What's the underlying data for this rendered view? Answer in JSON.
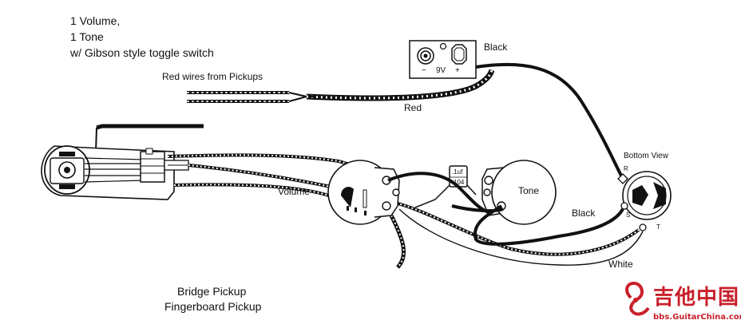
{
  "notes": {
    "line1": "1 Volume,",
    "line2": "1 Tone",
    "line3": "w/ Gibson style toggle switch"
  },
  "labels": {
    "red_wires": "Red wires from Pickups",
    "red": "Red",
    "black_top": "Black",
    "bottom_view": "Bottom View",
    "volume": "Volume",
    "tone": "Tone",
    "black_mid": "Black",
    "white": "White",
    "bridge_pickup": "Bridge Pickup",
    "fingerboard_pickup": "Fingerboard Pickup"
  },
  "battery": {
    "minus": "−",
    "voltage": "9V",
    "plus": "+"
  },
  "capacitor": {
    "value": ".1uf",
    "code": "104"
  },
  "jack_terminals": {
    "ring": "R",
    "sleeve": "S",
    "tip": "T"
  },
  "watermark": {
    "chinese": "吉他中国",
    "url": "bbs.GuitarChina.com"
  },
  "colors": {
    "ink": "#111111",
    "watermark": "#c8202a"
  }
}
